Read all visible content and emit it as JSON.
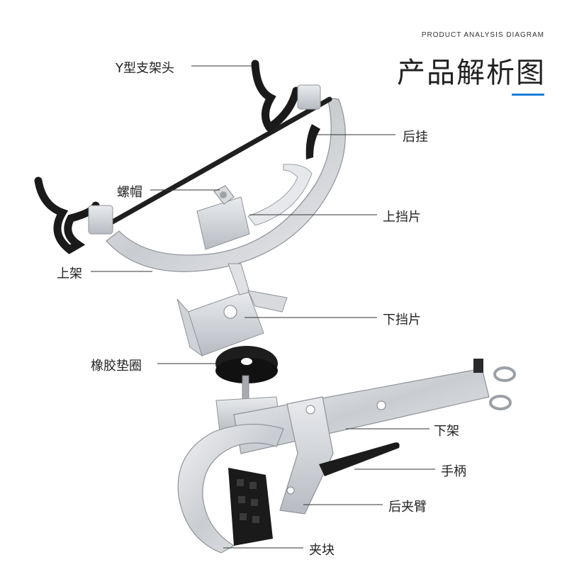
{
  "header": {
    "subtitle": "PRODUCT ANALYSIS DIAGRAM",
    "title": "产品解析图",
    "accent_color": "#1a7fd6"
  },
  "labels": {
    "y_head": "Y型支架头",
    "rear_hook": "后挂",
    "nut": "螺帽",
    "upper_plate": "上挡片",
    "upper_frame": "上架",
    "lower_plate": "下挡片",
    "rubber_washer": "橡胶垫圈",
    "lower_frame": "下架",
    "handle": "手柄",
    "rear_clamp_arm": "后夹臂",
    "clamp_block": "夹块"
  }
}
